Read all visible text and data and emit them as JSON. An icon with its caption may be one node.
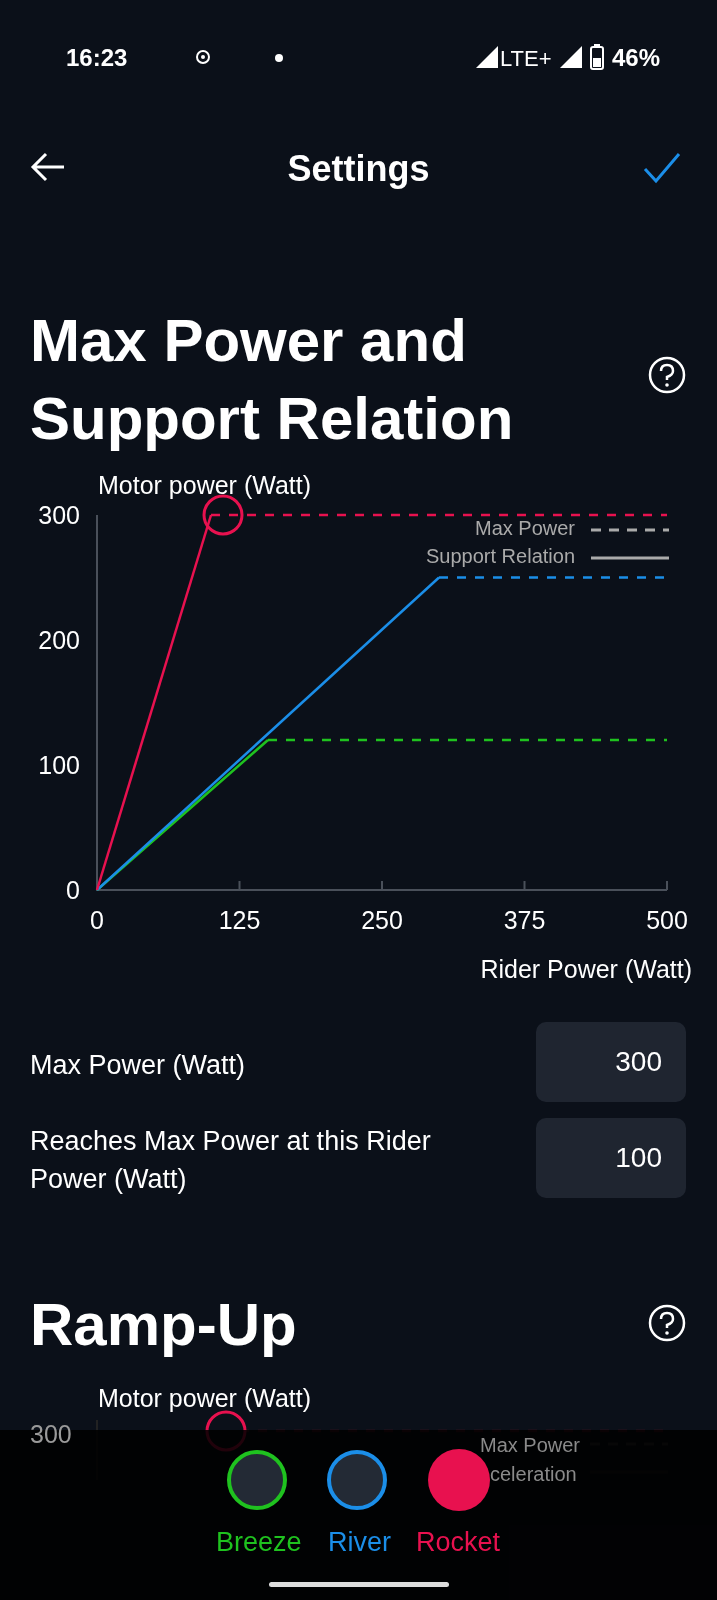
{
  "diagram": {
    "title": "Settings",
    "labels": [
      "16:23",
      "LTE+",
      "46%",
      "Max Power and Support Relation",
      "Max Power (Watt)",
      "300",
      "Reaches Max Power at this Rider Power (Watt)",
      "100",
      "Ramp-Up",
      "Motor power (Watt)",
      "300",
      "Max Power",
      "celeration",
      "Breeze",
      "River",
      "Rocket"
    ],
    "legend": [
      {
        "text": "Max Power"
      },
      {
        "text": "Support Relation"
      }
    ],
    "chart_data": {
      "type": "line",
      "xlabel": "Rider Power (Watt)",
      "ylabel": "Motor power (Watt)",
      "x": [
        0,
        100,
        150,
        300,
        500
      ],
      "series": [
        {
          "color": "#e8114f",
          "values": [
            0,
            300,
            300,
            300,
            300
          ]
        },
        {
          "color": "#1b8ee8",
          "values": [
            0,
            83.3,
            125,
            250,
            250
          ]
        },
        {
          "color": "#1fc21f",
          "values": [
            0,
            80,
            120,
            120,
            120
          ]
        }
      ],
      "xlim": [
        0,
        500
      ],
      "ylim": [
        0,
        300
      ],
      "xticks": [
        0,
        125,
        250,
        375,
        500
      ],
      "yticks": [
        0,
        100,
        200,
        300
      ]
    }
  }
}
